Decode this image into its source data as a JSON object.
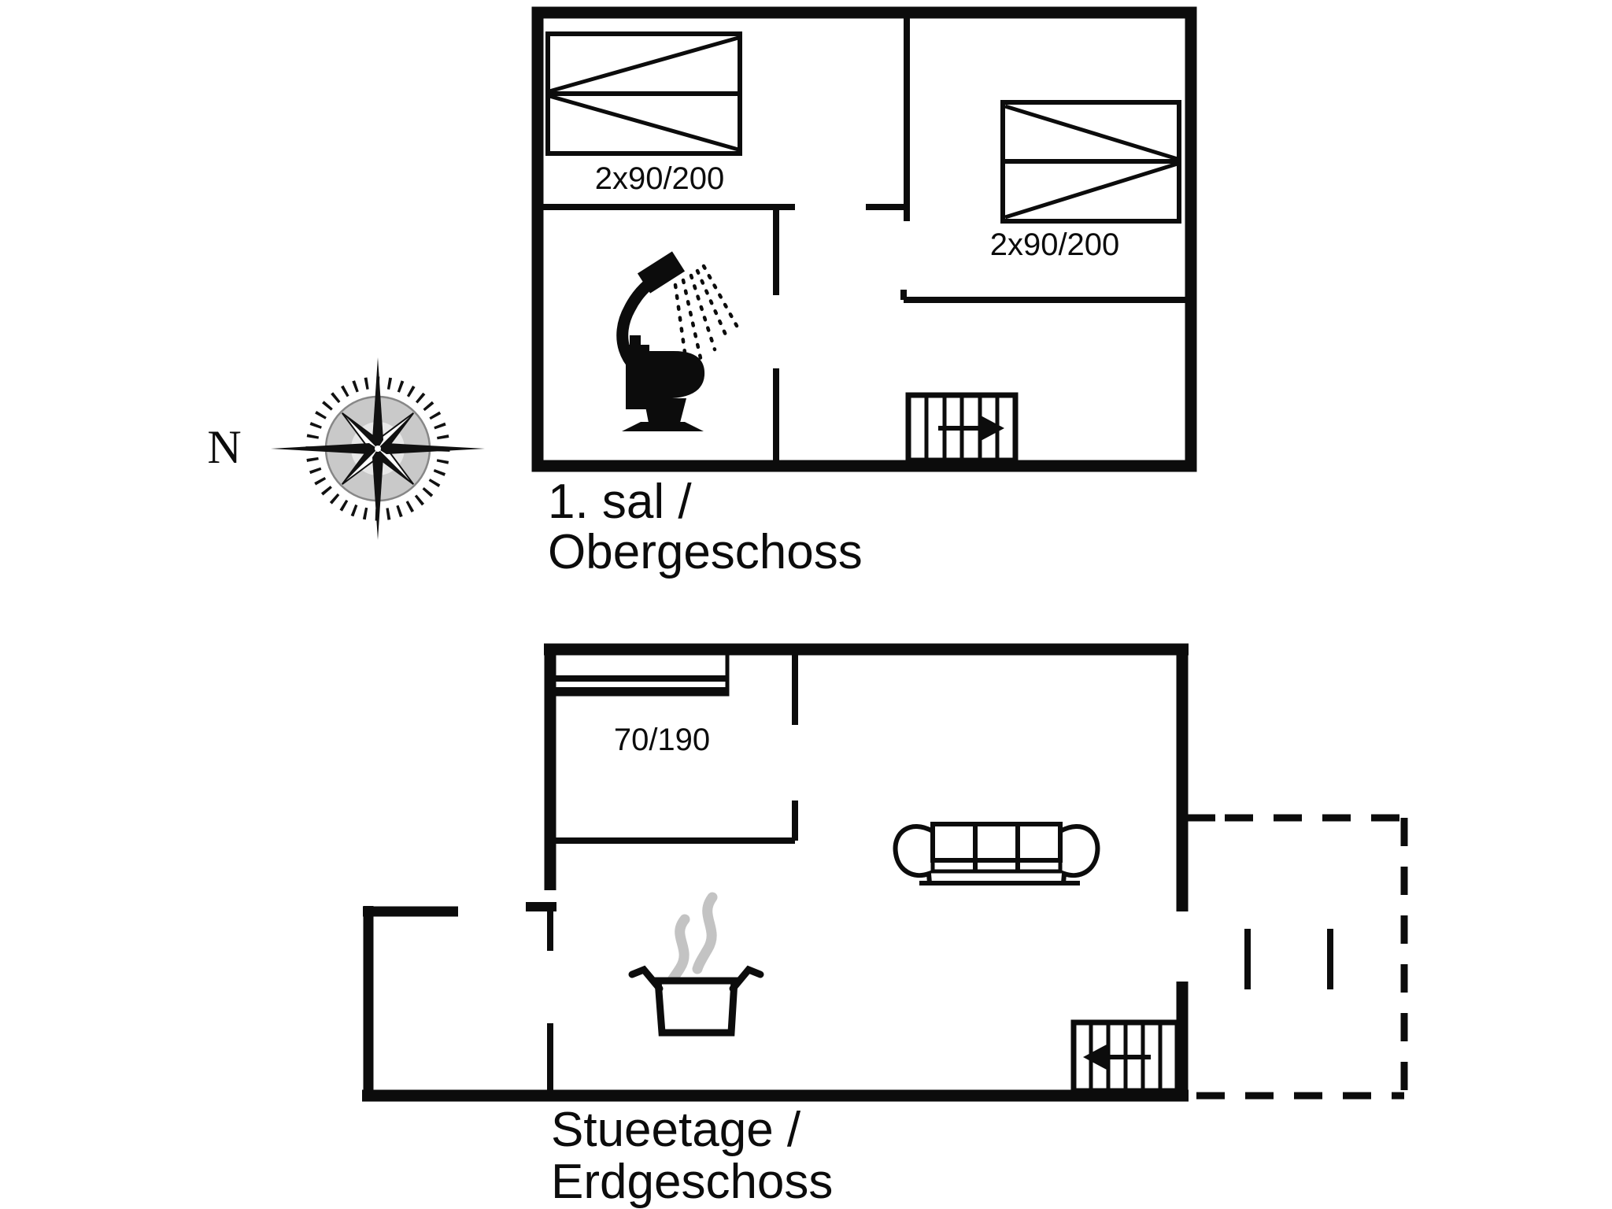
{
  "colors": {
    "line": "#0c0c0c",
    "steam_gray": "#c3c3c3",
    "compass_disc_gray": "#b3b3b3",
    "background": "#ffffff"
  },
  "compass": {
    "letter": "N",
    "icon": "compass-rose-icon"
  },
  "upper_floor": {
    "label_line1": "1. sal /",
    "label_line2": "Obergeschoss",
    "beds": [
      {
        "label": "2x90/200"
      },
      {
        "label": "2x90/200"
      }
    ],
    "icons": [
      "double-bed-icon",
      "shower-icon",
      "toilet-icon",
      "stairs-up-arrow-icon"
    ]
  },
  "lower_floor": {
    "label_line1": "Stueetage /",
    "label_line2": "Erdgeschoss",
    "bed_label": "70/190",
    "icons": [
      "single-bed-icon",
      "sofa-icon",
      "cooking-pot-steam-icon",
      "stairs-down-arrow-icon",
      "terrace-dashed-outline-icon"
    ]
  }
}
